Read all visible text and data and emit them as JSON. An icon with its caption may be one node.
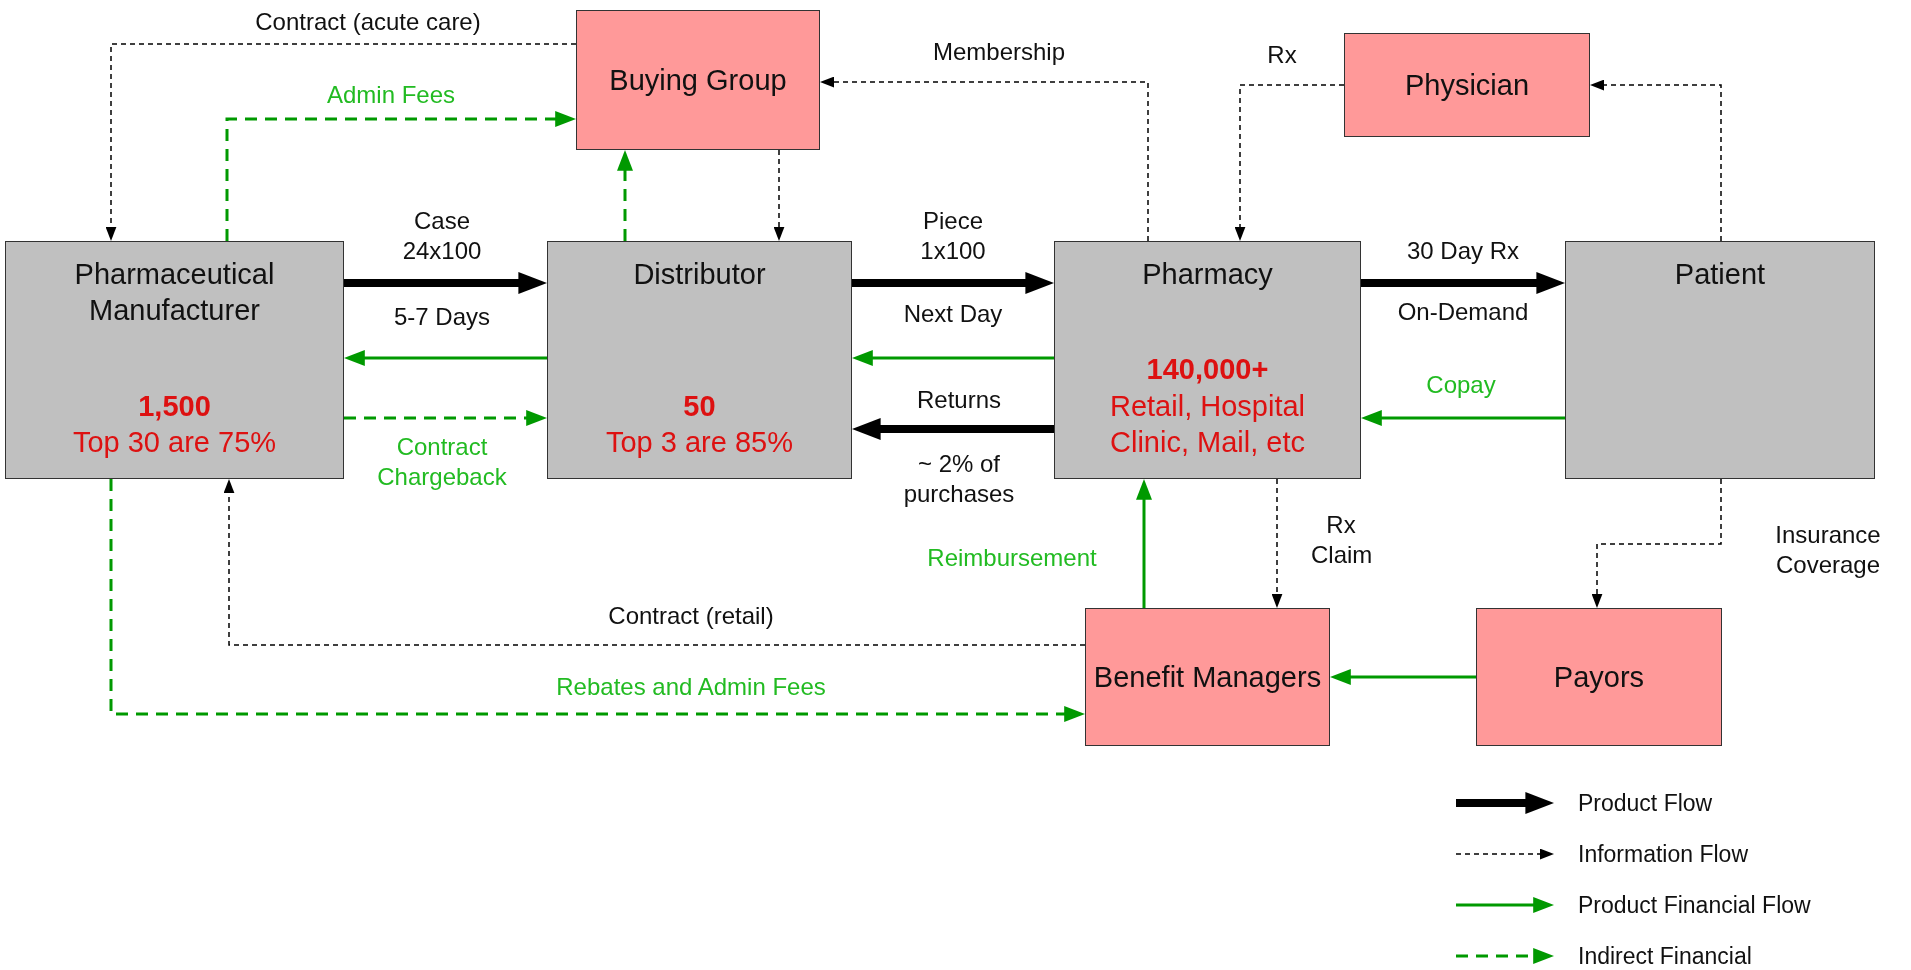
{
  "diagram": {
    "nodes": [
      {
        "text": [
          "Buying Group"
        ]
      },
      {
        "text": [
          "Physician"
        ]
      },
      {
        "text": [
          "Pharmaceutical Manufacturer",
          "1,500",
          "Top 30 are 75%"
        ]
      },
      {
        "text": [
          "Distributor",
          "50",
          "Top 3 are 85%"
        ]
      },
      {
        "text": [
          "Pharmacy",
          "140,000+",
          "Retail, Hospital Clinic, Mail, etc"
        ]
      },
      {
        "text": [
          "Patient"
        ]
      },
      {
        "text": [
          "Benefit Managers"
        ]
      },
      {
        "text": [
          "Payors"
        ]
      }
    ],
    "edges": [
      {
        "from": 2,
        "to": 3,
        "arrow": "to",
        "label": "Case 24x100",
        "style": "thick"
      },
      {
        "from": 3,
        "to": 2,
        "arrow": "to",
        "color": "#009900"
      },
      {
        "from": 2,
        "to": 3,
        "arrow": "to",
        "label": "Contract Chargeback",
        "style": "dashed",
        "color": "#009900"
      },
      {
        "from": 3,
        "to": 4,
        "arrow": "to",
        "label": "Piece 1x100",
        "style": "thick"
      },
      {
        "from": 4,
        "to": 3,
        "arrow": "to",
        "color": "#009900"
      },
      {
        "from": 4,
        "to": 3,
        "arrow": "to",
        "label": "Returns",
        "style": "thick"
      },
      {
        "from": 4,
        "to": 5,
        "arrow": "to",
        "label": "30 Day Rx",
        "style": "thick"
      },
      {
        "from": 5,
        "to": 4,
        "arrow": "to",
        "label": "Copay",
        "color": "#009900"
      },
      {
        "from": 0,
        "to": 2,
        "arrow": "to",
        "label": "Contract (acute care)",
        "style": "dashed"
      },
      {
        "from": 2,
        "to": 0,
        "arrow": "to",
        "label": "Admin Fees",
        "style": "dashed",
        "color": "#009900"
      },
      {
        "from": 3,
        "to": 0,
        "arrow": "to",
        "style": "dashed",
        "color": "#009900"
      },
      {
        "from": 0,
        "to": 3,
        "arrow": "to",
        "style": "dashed"
      },
      {
        "from": 4,
        "to": 0,
        "arrow": "to",
        "label": "Membership",
        "style": "dashed"
      },
      {
        "from": 1,
        "to": 4,
        "arrow": "to",
        "label": "Rx",
        "style": "dashed"
      },
      {
        "from": 5,
        "to": 1,
        "arrow": "to",
        "style": "dashed"
      },
      {
        "from": 4,
        "to": 6,
        "arrow": "to",
        "label": "Rx Claim",
        "style": "dashed"
      },
      {
        "from": 6,
        "to": 4,
        "arrow": "to",
        "label": "Reimbursement",
        "color": "#009900"
      },
      {
        "from": 5,
        "to": 7,
        "arrow": "to",
        "label": "Insurance Coverage",
        "style": "dashed"
      },
      {
        "from": 6,
        "to": 2,
        "arrow": "to",
        "label": "Contract (retail)",
        "style": "dashed"
      },
      {
        "from": 2,
        "to": 6,
        "arrow": "to",
        "label": "Rebates and Admin Fees",
        "style": "dashed",
        "color": "#009900"
      },
      {
        "from": 7,
        "to": 6,
        "arrow": "to",
        "color": "#009900"
      }
    ],
    "labels": [
      "5-7 Days",
      "Next Day",
      "On-Demand",
      "~ 2% of purchases"
    ],
    "legend": [
      {
        "text": "Product Flow"
      },
      {
        "text": "Information Flow"
      },
      {
        "text": "Product Financial Flow"
      },
      {
        "text": "Indirect Financial"
      }
    ]
  }
}
